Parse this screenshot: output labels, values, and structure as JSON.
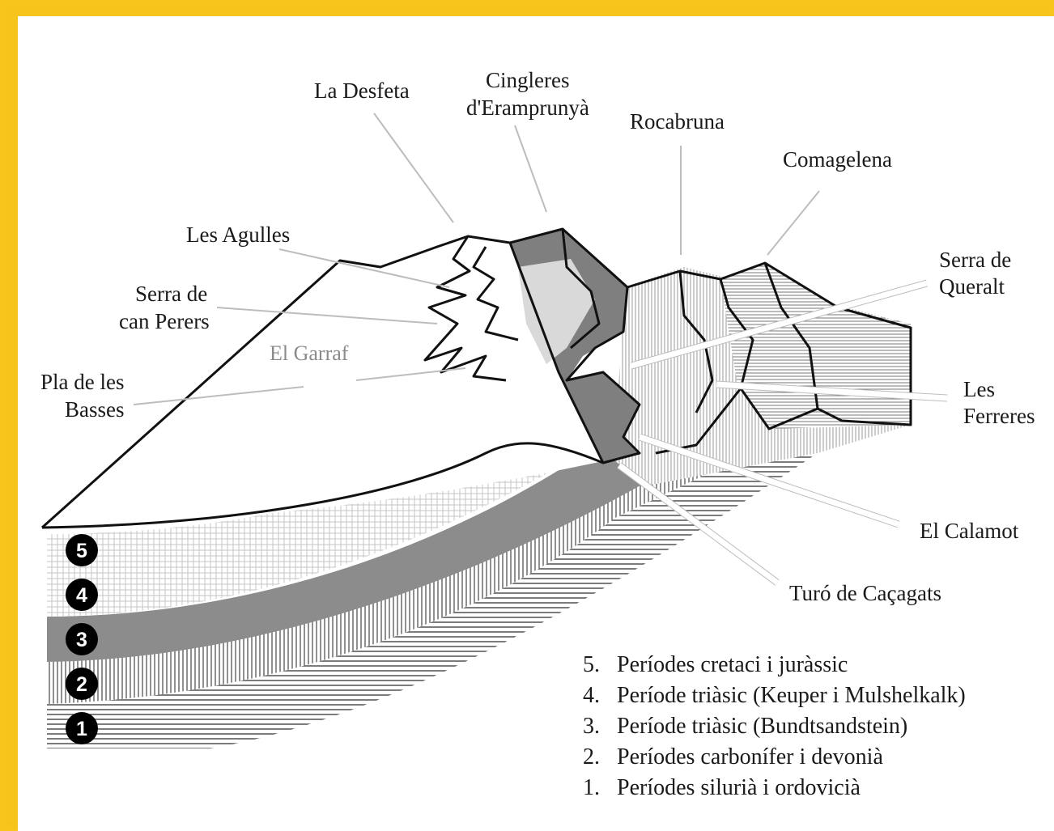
{
  "labels": {
    "la_desfeta": "La Desfeta",
    "cingleres_l1": "Cingleres",
    "cingleres_l2": "d'Eramprunyà",
    "rocabruna": "Rocabruna",
    "comagelena": "Comagelena",
    "les_agulles": "Les Agulles",
    "serra_perers_l1": "Serra de",
    "serra_perers_l2": "can Perers",
    "el_garraf": "El Garraf",
    "pla_basses_l1": "Pla de les",
    "pla_basses_l2": "Basses",
    "serra_queralt_l1": "Serra de",
    "serra_queralt_l2": "Queralt",
    "ferreres_l1": "Les",
    "ferreres_l2": "Ferreres",
    "el_calamot": "El Calamot",
    "turo_cacagats": "Turó de Caçagats"
  },
  "layer_markers": [
    "5",
    "4",
    "3",
    "2",
    "1"
  ],
  "legend": [
    {
      "num": "5.",
      "text": "Períodes cretaci i juràssic"
    },
    {
      "num": "4.",
      "text": "Període triàsic (Keuper i Mulshelkalk)"
    },
    {
      "num": "3.",
      "text": "Període triàsic (Bundtsandstein)"
    },
    {
      "num": "2.",
      "text": "Períodes carbonífer i devonià"
    },
    {
      "num": "1.",
      "text": "Períodes silurià i ordovicià"
    }
  ],
  "colors": {
    "frame": "#f7c51c",
    "layer3": "#8c8c8c",
    "cliff": "#7f7f7f",
    "ink": "#111111"
  }
}
